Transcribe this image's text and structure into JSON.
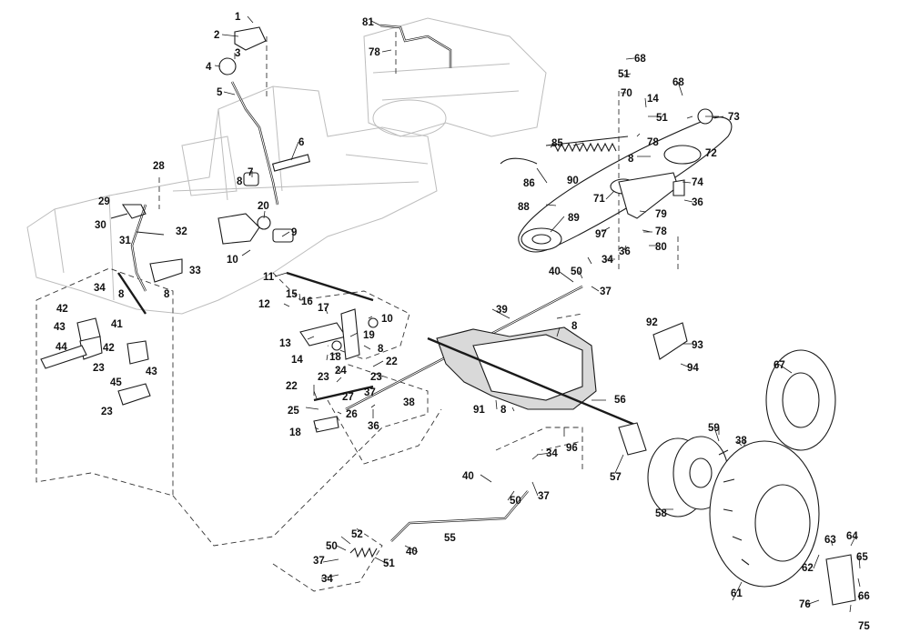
{
  "diagram": {
    "labels": {
      "l1": "1",
      "l2": "2",
      "l3": "3",
      "l4": "4",
      "l5": "5",
      "l6": "6",
      "l7": "7",
      "l8a": "8",
      "l8b": "8",
      "l8c": "8",
      "l8d": "8",
      "l8e": "8",
      "l8f": "8",
      "l8g": "8",
      "l9": "9",
      "l10a": "10",
      "l10b": "10",
      "l11": "11",
      "l12": "12",
      "l13": "13",
      "l14a": "14",
      "l14b": "14",
      "l15": "15",
      "l16": "16",
      "l17": "17",
      "l18a": "18",
      "l18b": "18",
      "l19": "19",
      "l20": "20",
      "l22a": "22",
      "l22b": "22",
      "l23a": "23",
      "l23b": "23",
      "l23c": "23",
      "l23d": "23",
      "l24": "24",
      "l25": "25",
      "l26": "26",
      "l27": "27",
      "l28": "28",
      "l29": "29",
      "l30": "30",
      "l31": "31",
      "l32": "32",
      "l33": "33",
      "l34a": "34",
      "l34b": "34",
      "l34c": "34",
      "l34d": "34",
      "l36a": "36",
      "l36b": "36",
      "l36c": "36",
      "l37a": "37",
      "l37b": "37",
      "l37c": "37",
      "l37d": "37",
      "l38a": "38",
      "l38b": "38",
      "l39": "39",
      "l40a": "40",
      "l40b": "40",
      "l40c": "40",
      "l41": "41",
      "l42a": "42",
      "l42b": "42",
      "l43a": "43",
      "l43b": "43",
      "l44": "44",
      "l45": "45",
      "l50a": "50",
      "l50b": "50",
      "l50c": "50",
      "l51a": "51",
      "l51b": "51",
      "l51c": "51",
      "l52": "52",
      "l55": "55",
      "l56": "56",
      "l57": "57",
      "l58": "58",
      "l59": "59",
      "l61": "61",
      "l62": "62",
      "l63": "63",
      "l64": "64",
      "l65": "65",
      "l66": "66",
      "l67": "67",
      "l68a": "68",
      "l68b": "68",
      "l70": "70",
      "l71": "71",
      "l72": "72",
      "l73": "73",
      "l74": "74",
      "l75": "75",
      "l76": "76",
      "l78a": "78",
      "l78b": "78",
      "l78c": "78",
      "l79": "79",
      "l80": "80",
      "l81": "81",
      "l85": "85",
      "l86": "86",
      "l88": "88",
      "l89": "89",
      "l90": "90",
      "l91": "91",
      "l92": "92",
      "l93": "93",
      "l94": "94",
      "l96": "96",
      "l97": "97"
    }
  }
}
